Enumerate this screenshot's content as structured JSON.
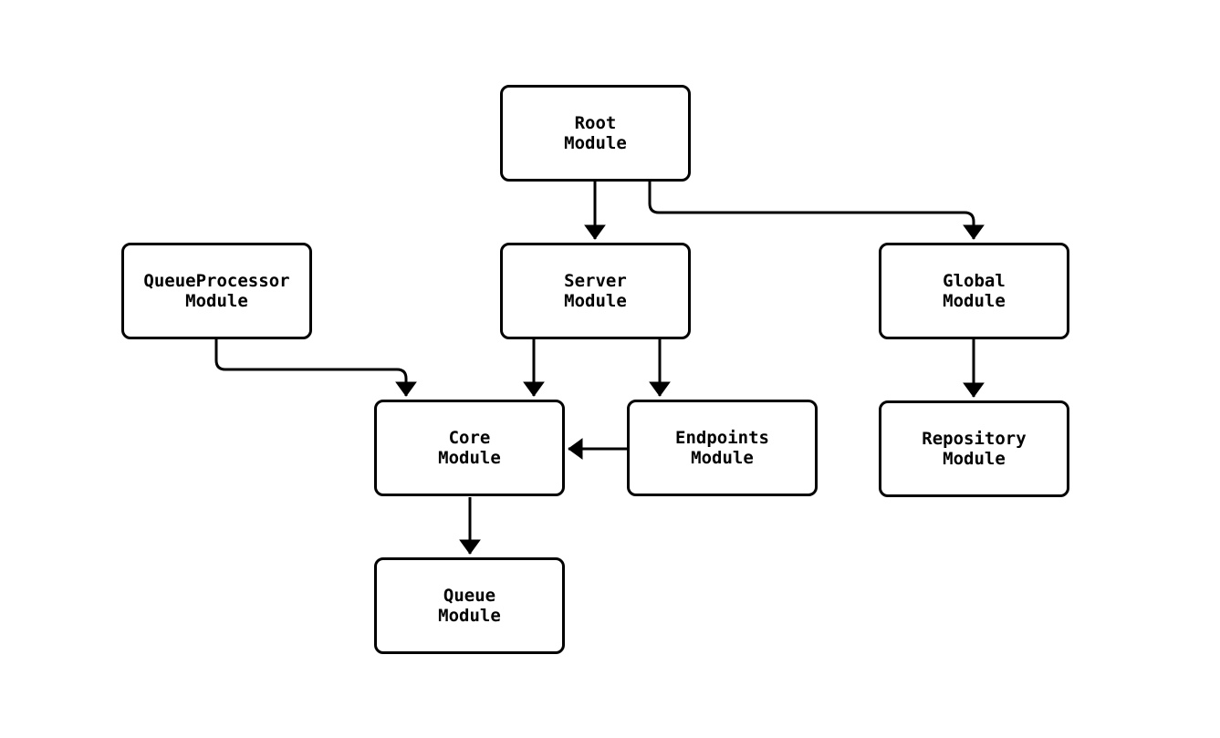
{
  "diagram": {
    "background_color": "#ffffff",
    "line_color": "#000000",
    "node_fill_color": "#ffffff",
    "node_border_color": "#000000",
    "nodes": {
      "root": {
        "line1": "Root",
        "line2": "Module"
      },
      "queue_processor": {
        "line1": "QueueProcessor",
        "line2": "Module"
      },
      "server": {
        "line1": "Server",
        "line2": "Module"
      },
      "global": {
        "line1": "Global",
        "line2": "Module"
      },
      "core": {
        "line1": "Core",
        "line2": "Module"
      },
      "endpoints": {
        "line1": "Endpoints",
        "line2": "Module"
      },
      "repository": {
        "line1": "Repository",
        "line2": "Module"
      },
      "queue": {
        "line1": "Queue",
        "line2": "Module"
      }
    },
    "edges": [
      {
        "from": "Root Module",
        "to": "Server Module"
      },
      {
        "from": "Root Module",
        "to": "Global Module"
      },
      {
        "from": "QueueProcessor Module",
        "to": "Core Module"
      },
      {
        "from": "Server Module",
        "to": "Core Module"
      },
      {
        "from": "Server Module",
        "to": "Endpoints Module"
      },
      {
        "from": "Endpoints Module",
        "to": "Core Module"
      },
      {
        "from": "Global Module",
        "to": "Repository Module"
      },
      {
        "from": "Core Module",
        "to": "Queue Module"
      }
    ]
  }
}
